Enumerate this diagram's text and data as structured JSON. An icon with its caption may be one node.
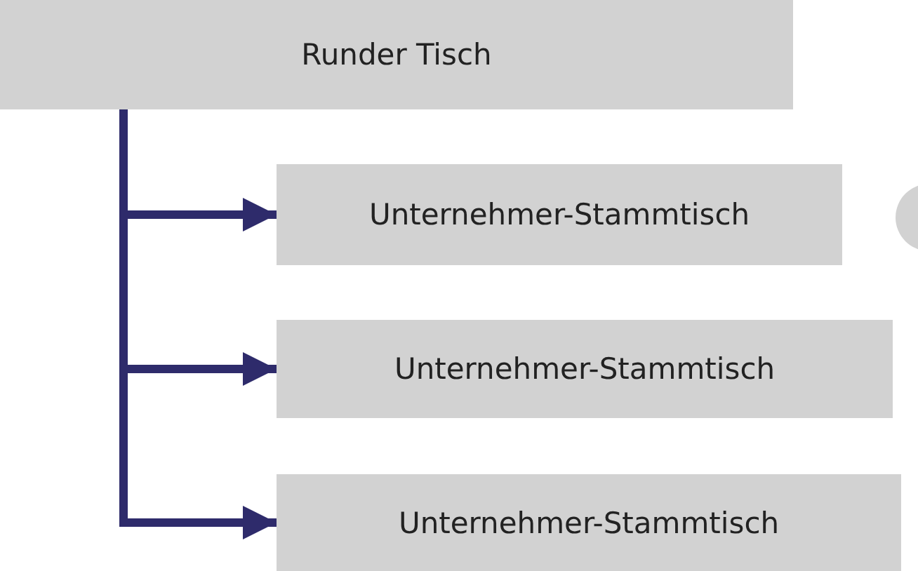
{
  "diagram": {
    "nodes": [
      {
        "text": [
          "Runder Tisch"
        ]
      },
      {
        "text": [
          "Unternehmer-Stammtisch"
        ]
      },
      {
        "text": [
          "Unternehmer-Stammtisch"
        ]
      },
      {
        "text": [
          "Unternehmer-Stammtisch"
        ]
      }
    ],
    "edges": [
      {
        "from": 0,
        "to": 1,
        "arrow": "to"
      },
      {
        "from": 0,
        "to": 2,
        "arrow": "to"
      },
      {
        "from": 0,
        "to": 3,
        "arrow": "to"
      }
    ]
  }
}
